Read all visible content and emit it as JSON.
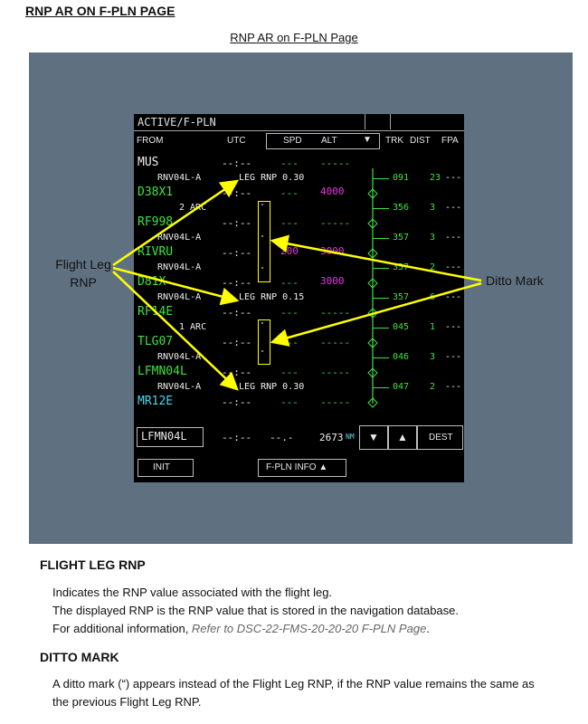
{
  "doc": {
    "title": "RNP AR ON F-PLN PAGE",
    "figure_caption": "RNP AR on F-PLN Page"
  },
  "screen": {
    "title": "ACTIVE/F-PLN",
    "headers": {
      "from": "FROM",
      "utc": "UTC",
      "spd": "SPD",
      "alt": "ALT",
      "trk": "TRK",
      "dist": "DIST",
      "fpa": "FPA"
    },
    "rows": [
      {
        "wp": "MUS",
        "wp_color": "white",
        "utc": "--:--",
        "spd": "---",
        "alt": "-----"
      },
      {
        "sub": "RNV04L-A",
        "rnp": "LEG RNP 0.30",
        "trk": "091",
        "dist": "23",
        "fpa": "---"
      },
      {
        "wp": "D38X1",
        "wp_color": "green",
        "utc": "--:--",
        "spd": "---",
        "alt": "4000",
        "alt_color": "magenta"
      },
      {
        "sub": "2 ARC",
        "trk": "356",
        "dist": "3",
        "fpa": "---"
      },
      {
        "wp": "RF998",
        "wp_color": "green",
        "utc": "--:--",
        "spd": "---",
        "alt": "-----"
      },
      {
        "sub": "RNV04L-A",
        "trk": "357",
        "dist": "3",
        "fpa": "---"
      },
      {
        "wp": "RIVRU",
        "wp_color": "green",
        "utc": "--:--",
        "spd": "200",
        "spd_color": "magenta",
        "alt": "3000",
        "alt_color": "magenta"
      },
      {
        "sub": "RNV04L-A",
        "trk": "357",
        "dist": "2",
        "fpa": "---"
      },
      {
        "wp": "D81X",
        "wp_color": "green",
        "utc": "--:--",
        "spd": "---",
        "alt": "3000",
        "alt_color": "magenta"
      },
      {
        "sub": "RNV04L-A",
        "rnp": "LEG RNP 0.15",
        "trk": "357",
        "dist": "6",
        "fpa": "---"
      },
      {
        "wp": "RF14E",
        "wp_color": "green",
        "utc": "--:--",
        "spd": "---",
        "alt": "-----"
      },
      {
        "sub": "1 ARC",
        "trk": "045",
        "dist": "1",
        "fpa": "---"
      },
      {
        "wp": "TLG07",
        "wp_color": "green",
        "utc": "--:--",
        "spd": "---",
        "alt": "-----"
      },
      {
        "sub": "RNV04L-A",
        "trk": "046",
        "dist": "3",
        "fpa": "---"
      },
      {
        "wp": "LFMN04L",
        "wp_color": "green",
        "utc": "--:--",
        "spd": "---",
        "alt": "-----"
      },
      {
        "sub": "RNV04L-A",
        "rnp": "LEG RNP 0.30",
        "trk": "047",
        "dist": "2",
        "fpa": "---"
      },
      {
        "wp": "MR12E",
        "wp_color": "cyan",
        "utc": "--:--",
        "spd": "---",
        "alt": "-----"
      }
    ],
    "ditto_mark": "\"",
    "dest": {
      "name": "LFMN04L",
      "utc": "--:--",
      "fuel": "--.-",
      "dist": "2673",
      "unit": "NM"
    },
    "buttons": {
      "down": "▼",
      "up": "▲",
      "dest": "DEST",
      "init": "INIT",
      "fpln_info": "F-PLN INFO ▲",
      "dropdown": "▼"
    }
  },
  "callouts": {
    "flight_leg_rnp": "Flight Leg\nRNP",
    "ditto_mark": "Ditto Mark"
  },
  "callout_color": "#ffff00",
  "sections": [
    {
      "heading": "FLIGHT LEG RNP",
      "lines": [
        "Indicates the RNP value associated with the flight leg.",
        "The displayed RNP is the RNP value that is stored in the navigation database."
      ],
      "ref_prefix": "For additional information, ",
      "ref": "Refer to DSC-22-FMS-20-20-20 F-PLN Page",
      "ref_suffix": "."
    },
    {
      "heading": "DITTO MARK",
      "lines": [
        "A ditto mark (“) appears instead of the Flight Leg RNP, if the RNP value remains the same as",
        "the previous Flight Leg RNP."
      ]
    }
  ]
}
